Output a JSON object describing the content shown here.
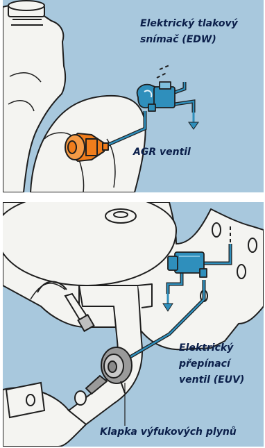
{
  "top_diagram": {
    "label_pressure_sensor": [
      "Elektrický tlakový",
      "snímač (EDW)"
    ],
    "label_egr_valve": "AGR ventil"
  },
  "bottom_diagram": {
    "label_switch_valve": [
      "Elektrický",
      "přepínací",
      "ventil (EUV)"
    ],
    "label_exhaust_flap": "Klapka výfukových plynů"
  },
  "colors": {
    "background": "#a8c8dd",
    "engine_fill": "#f4f4f1",
    "outline": "#1e1e1e",
    "component_blue": "#2f8fbc",
    "component_orange": "#f07d1c",
    "label_text": "#0b1f4a"
  }
}
